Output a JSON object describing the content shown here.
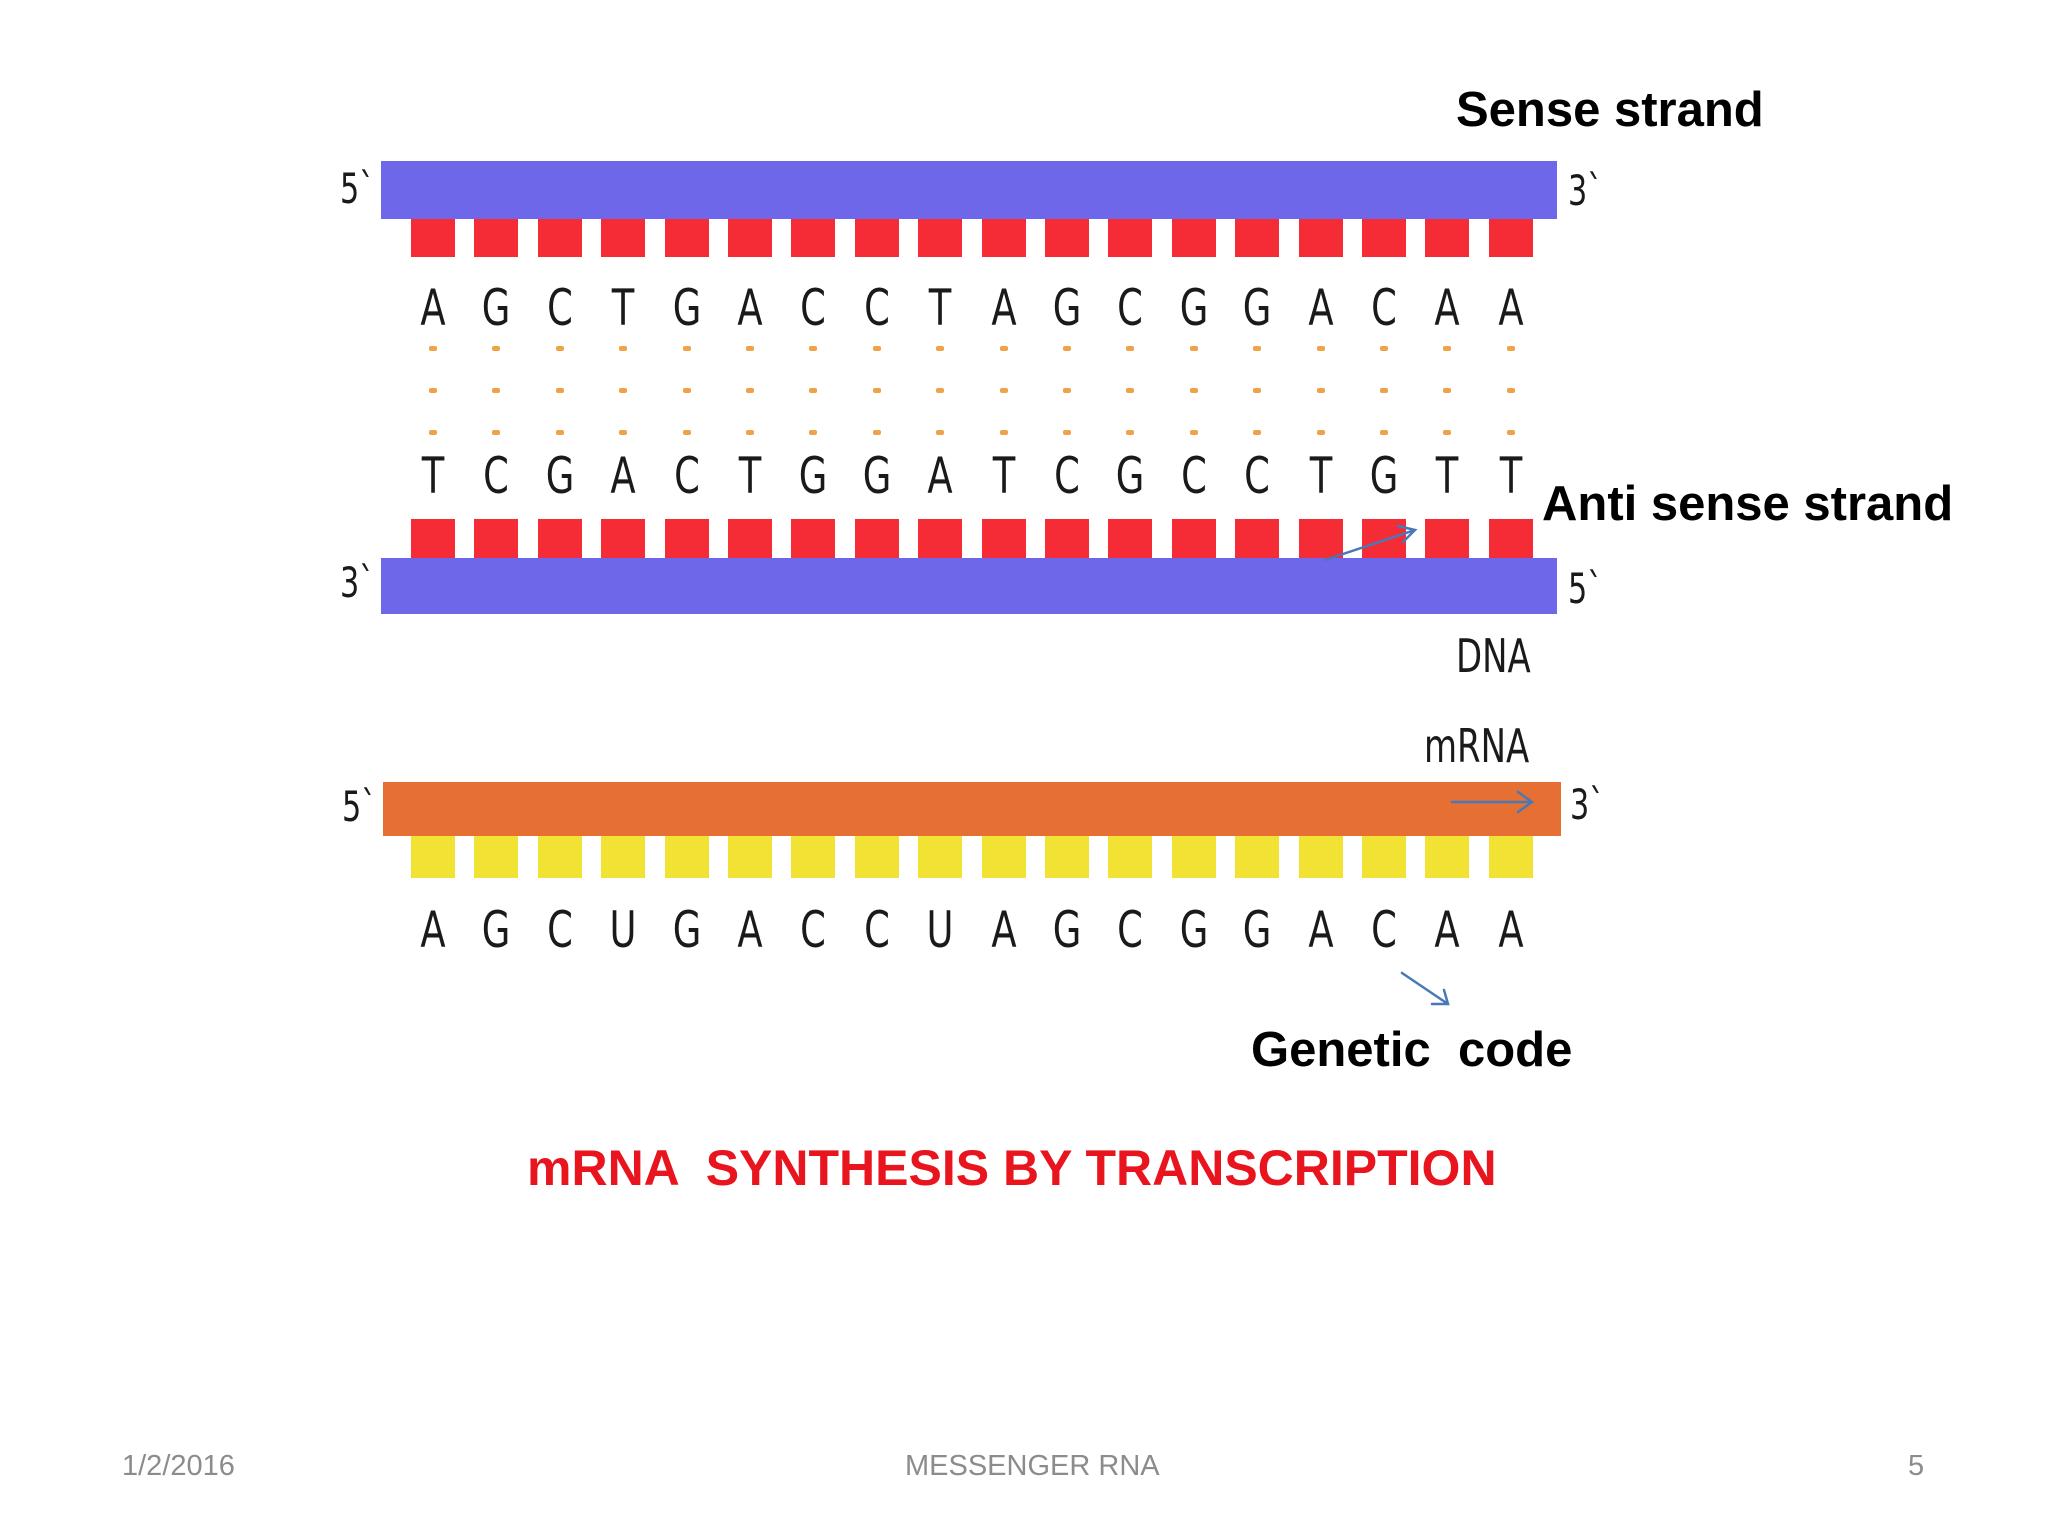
{
  "labels": {
    "sense_strand": "Sense strand",
    "antisense_strand": "Anti sense strand",
    "dna": "DNA",
    "mrna": "mRNA",
    "genetic_code": "Genetic  code",
    "five_prime": "5`",
    "three_prime": "3`"
  },
  "title": "mRNA  SYNTHESIS BY TRANSCRIPTION",
  "sequences": {
    "sense": [
      "A",
      "G",
      "C",
      "T",
      "G",
      "A",
      "C",
      "C",
      "T",
      "A",
      "G",
      "C",
      "G",
      "G",
      "A",
      "C",
      "A",
      "A"
    ],
    "antisense": [
      "T",
      "C",
      "G",
      "A",
      "C",
      "T",
      "G",
      "G",
      "A",
      "T",
      "C",
      "G",
      "C",
      "C",
      "T",
      "G",
      "T",
      "T"
    ],
    "mrna": [
      "A",
      "G",
      "C",
      "U",
      "G",
      "A",
      "C",
      "C",
      "U",
      "A",
      "G",
      "C",
      "G",
      "G",
      "A",
      "C",
      "A",
      "A"
    ]
  },
  "footer": {
    "date": "1/2/2016",
    "center": "MESSENGER RNA",
    "page": "5"
  },
  "colors": {
    "dna_backbone": "#6f67ea",
    "dna_base": "#f52c36",
    "mrna_backbone": "#e66f34",
    "mrna_base": "#f2e233",
    "hydrogen_bond": "#f0a24a",
    "arrow": "#4a78b5",
    "title": "#e8141e"
  }
}
